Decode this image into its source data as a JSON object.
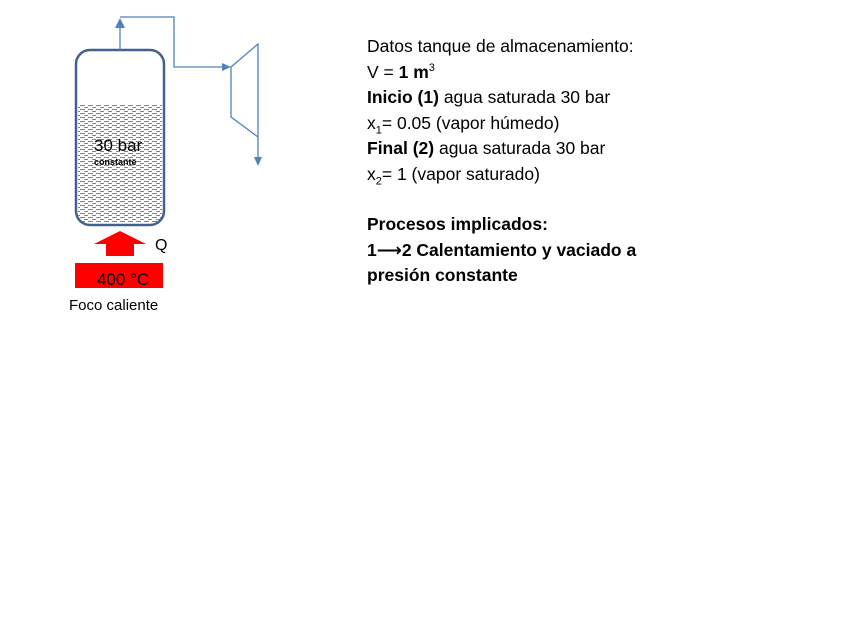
{
  "colors": {
    "tank_stroke": "#41628f",
    "pipe": "#4f81bd",
    "water_dash": "#3e6a96",
    "heat": "#ff0000",
    "text": "#000000"
  },
  "diagram": {
    "tank_label": "30 bar",
    "tank_sublabel": "constante",
    "heat_label": "Q",
    "hot_source_temp": "400 °C",
    "hot_source_label": "Foco caliente"
  },
  "info": {
    "title": "Datos tanque de almacenamiento:",
    "volume": {
      "prefix": "V = ",
      "value": "1 m",
      "sup": "3"
    },
    "start": {
      "label": "Inicio (1)",
      "text": " agua saturada 30 bar"
    },
    "x1": {
      "var": "x",
      "sub": "1",
      "text": "= 0.05 (vapor húmedo)"
    },
    "end": {
      "label": "Final (2)",
      "text": " agua saturada 30 bar"
    },
    "x2": {
      "var": "x",
      "sub": "2",
      "text": "= 1 (vapor saturado)"
    },
    "processes_title": "Procesos implicados:",
    "process_line1": "1⟶2 Calentamiento y vaciado a",
    "process_line2": "presión constante"
  }
}
